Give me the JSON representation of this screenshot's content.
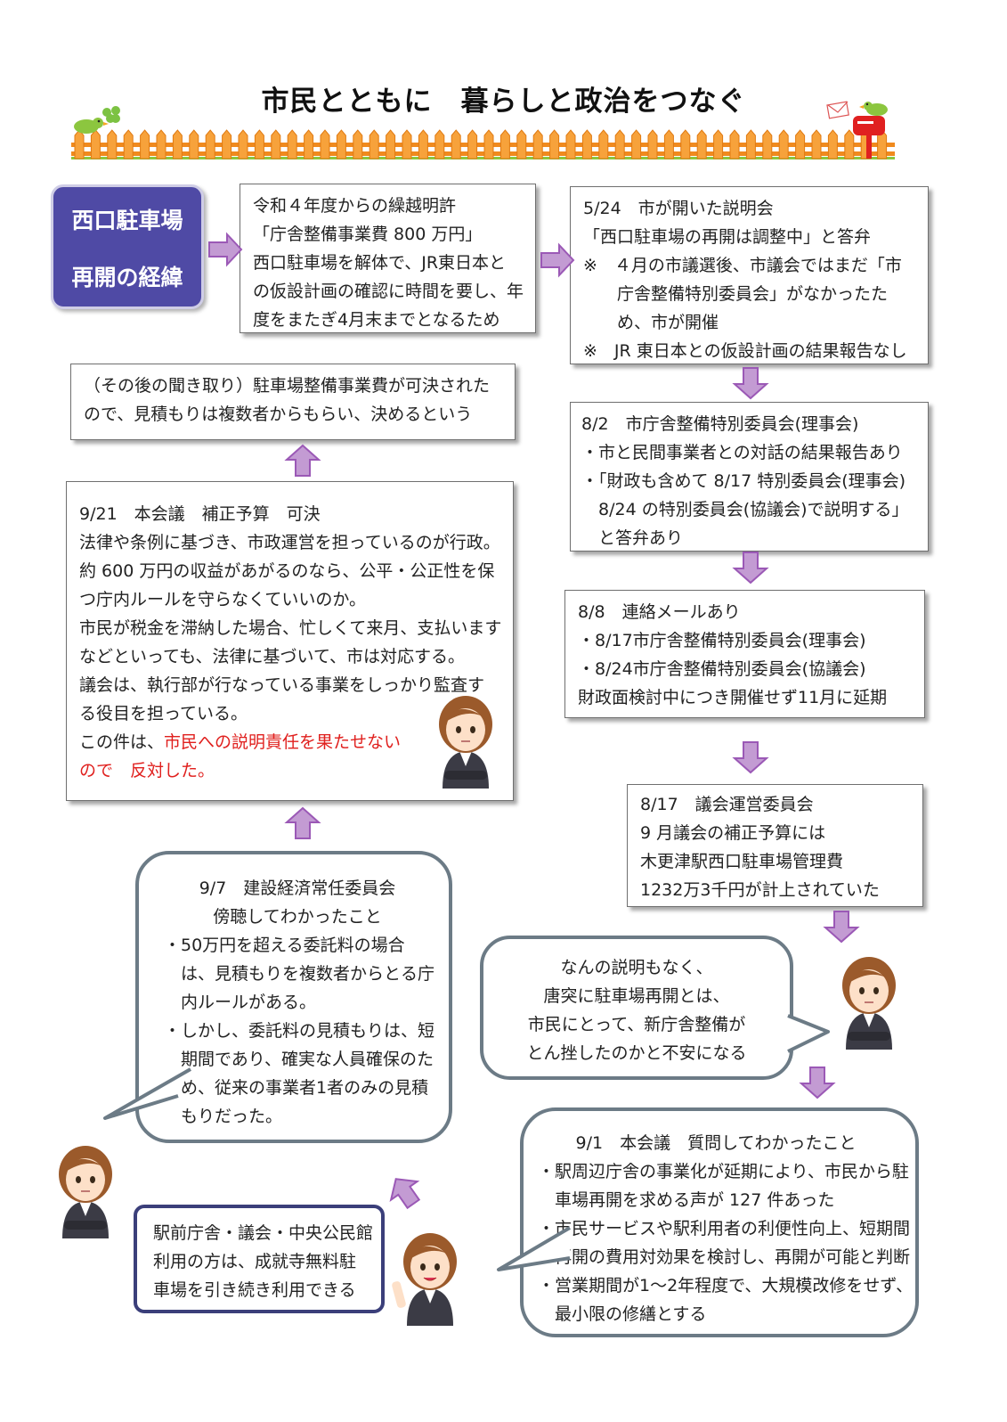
{
  "title": "市民とともに　暮らしと政治をつなぐ",
  "colors": {
    "header_bg": "#4f4aa5",
    "arrow": "#9b59b6",
    "red_text": "#e0201e",
    "fence": "#f08a1e",
    "bubble_border": "#6c7b86"
  },
  "icons": [
    "bird-icon",
    "clover-icon",
    "mailbox-icon",
    "envelope-icon",
    "fence-illustration",
    "woman-crossed-arms-icon",
    "woman-pointing-icon",
    "down-arrow-icon",
    "up-arrow-icon",
    "right-arrow-icon"
  ],
  "header": {
    "line1": "西口駐車場",
    "line2": "再開の経緯"
  },
  "box_carryover": {
    "lines": [
      "令和４年度からの繰越明許",
      "「庁舎整備事業費 800 万円」",
      "西口駐車場を解体で、JR東日本と",
      "の仮設計画の確認に時間を要し、年",
      "度をまたぎ4月末までとなるため"
    ]
  },
  "box_0524": {
    "lines": [
      "5/24　市が開いた説明会",
      "「西口駐車場の再開は調整中」と答弁",
      "※　４月の市議選後、市議会ではまだ「市",
      "　　庁舎整備特別委員会」がなかったた",
      "　　め、市が開催",
      "※　JR 東日本との仮設計画の結果報告なし"
    ]
  },
  "box_0802": {
    "lines": [
      "8/2　市庁舎整備特別委員会(理事会)",
      "・市と民間事業者との対話の結果報告あり",
      "・「財政も含めて 8/17 特別委員会(理事会)",
      "　8/24 の特別委員会(協議会)で説明する」",
      "　と答弁あり"
    ]
  },
  "box_0808": {
    "lines": [
      "8/8　連絡メールあり",
      "・8/17市庁舎整備特別委員会(理事会)",
      "・8/24市庁舎整備特別委員会(協議会)",
      "財政面検討中につき開催せず11月に延期"
    ]
  },
  "box_0817": {
    "lines": [
      "8/17　議会運営委員会",
      "9 月議会の補正予算には",
      "木更津駅西口駐車場管理費",
      "1232万3千円が計上されていた"
    ]
  },
  "box_after": {
    "lines": [
      "（その後の聞き取り）駐車場整備事業費が可決された",
      "ので、見積もりは複数者からもらい、決めるという"
    ]
  },
  "box_0921": {
    "lines": [
      "9/21　本会議　補正予算　可決",
      "法律や条例に基づき、市政運営を担っているのが行政。",
      "約 600 万円の収益があがるのなら、公平・公正性を保",
      "つ庁内ルールを守らなくていいのか。",
      "市民が税金を滞納した場合、忙しくて来月、支払います",
      "などといっても、法律に基づいて、市は対応する。",
      "議会は、執行部が行なっている事業をしっかり監査す",
      "る役目を担っている。"
    ],
    "last_prefix": "この件は、",
    "last_red1": "市民への説明責任を果たせない",
    "last_red2": "ので　反対した。"
  },
  "bubble_0907": {
    "lines": [
      "9/7　建設経済常任委員会",
      "傍聴してわかったこと",
      "・50万円を超える委託料の場合",
      "　は、見積もりを複数者からとる庁",
      "　内ルールがある。",
      "・しかし、委託料の見積もりは、短",
      "　期間であり、確実な人員確保のた",
      "　め、従来の事業者1者のみの見積",
      "　もりだった。"
    ]
  },
  "bubble_concern": {
    "lines": [
      "なんの説明もなく、",
      "唐突に駐車場再開とは、",
      "市民にとって、新庁舎整備が",
      "とん挫したのかと不安になる"
    ]
  },
  "bubble_0901": {
    "lines": [
      "9/1　本会議　質問してわかったこと",
      "・駅周辺庁舎の事業化が延期により、市民から駐",
      "　車場再開を求める声が 127 件あった",
      "・市民サービスや駅利用者の利便性向上、短期間",
      "　再開の費用対効果を検討し、再開が可能と判断",
      "・営業期間が1～2年程度で、大規模改修をせず、",
      "　最小限の修繕とする"
    ]
  },
  "box_free_parking": {
    "lines": [
      "駅前庁舎・議会・中央公民館",
      "利用の方は、成就寺無料駐",
      "車場を引き続き利用できる"
    ]
  }
}
